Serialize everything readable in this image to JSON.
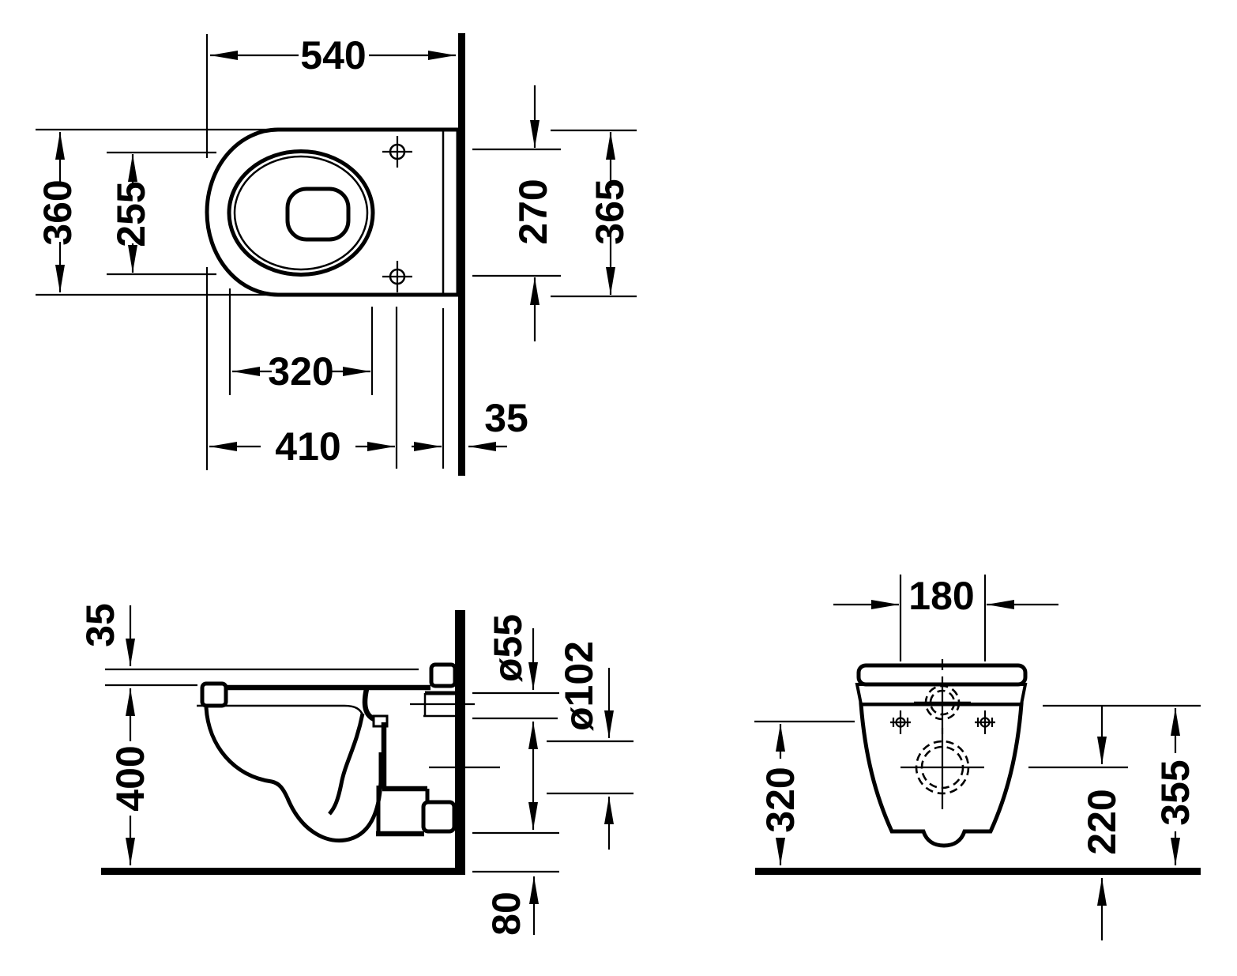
{
  "meta": {
    "drawing_type": "sanitary installation drawing",
    "background_color": "#ffffff",
    "line_color": "#000000"
  },
  "views": {
    "plan": {
      "dims": {
        "overall_depth": "540",
        "overall_width": "360",
        "bowl_inner_width": "255",
        "hinge_hole_spacing": "270",
        "overall_width_right": "365",
        "bowl_inner_depth": "320",
        "front_to_hinge_holes": "410",
        "wall_inset": "35"
      }
    },
    "side": {
      "dims": {
        "top_offset": "35",
        "rim_height": "400",
        "supply_diameter": "ø55",
        "outlet_diameter": "ø102",
        "bottom_gap": "80"
      }
    },
    "rear": {
      "dims": {
        "fixing_hole_spacing": "180",
        "fixing_hole_height": "320",
        "outlet_centre_height": "220",
        "supply_centre_height": "355"
      }
    }
  }
}
